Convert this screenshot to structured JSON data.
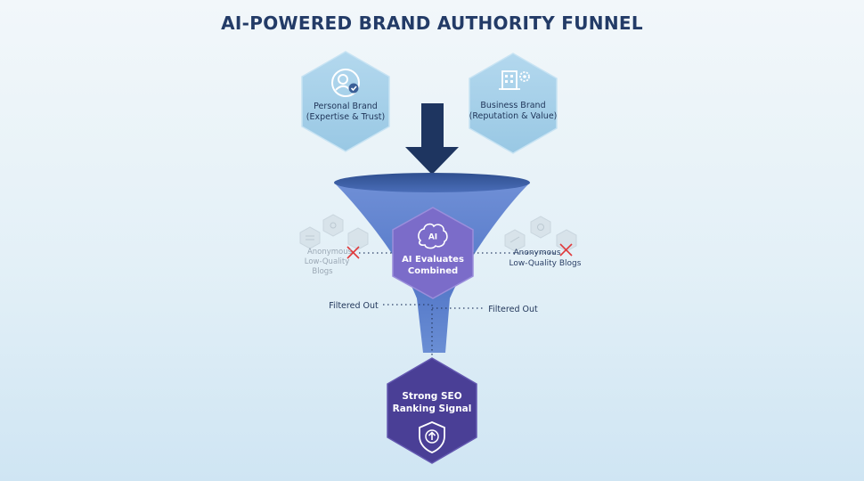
{
  "title": "AI-POWERED BRAND AUTHORITY FUNNEL",
  "personal_brand": {
    "line1": "Personal Brand",
    "line2": "(Expertise & Trust)",
    "icon": "person-check-icon"
  },
  "business_brand": {
    "line1": "Business Brand",
    "line2": "(Reputation & Value)",
    "icon": "building-gear-icon"
  },
  "ai_core": {
    "badge": "AI",
    "line1": "AI Evaluates",
    "line2": "Combined",
    "icon": "ai-brain-icon"
  },
  "left_rejected": {
    "line1": "Anonymous",
    "line2": "Low-Quality",
    "line3": "Blogs"
  },
  "right_rejected": {
    "line1": "Anonymous",
    "line2": "Low-Quality Blogs"
  },
  "filtered_left": "Filtered Out",
  "filtered_right": "Filtered Out",
  "result": {
    "line1": "Strong SEO",
    "line2": "Ranking Signal",
    "icon": "shield-arrow-up-icon"
  },
  "colors": {
    "title": "#233b67",
    "input_hex": "#a3cfe8",
    "arrow": "#1e3560",
    "funnel": "#4f71c4",
    "ai_hex": "#7b6cc9",
    "result_hex": "#4a3f96",
    "reject_x": "#e0393b"
  }
}
